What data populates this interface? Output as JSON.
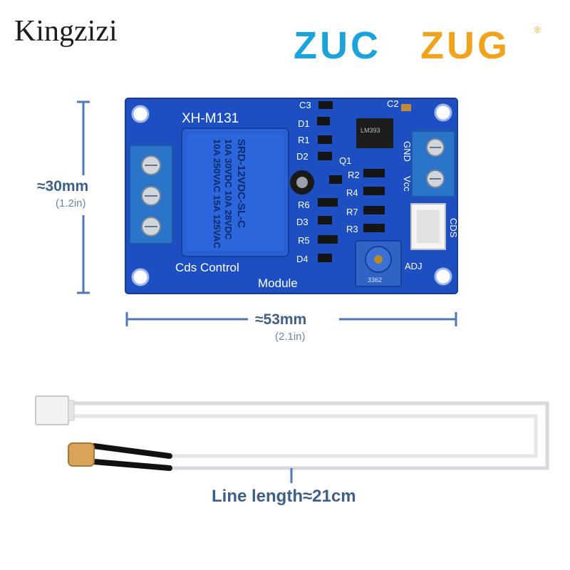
{
  "brand": {
    "left": "Kingzizi",
    "right_part1": "ZUC",
    "right_part2": "ZUG",
    "registered": "®"
  },
  "board": {
    "model": "XH-M131",
    "title_line1": "Cds Control",
    "title_line2": "Module",
    "relay_text": [
      "10A 250VAC 15A 125VAC",
      "10A 30VDC 10A 28VDC",
      "SRD-12VDC-SL-C"
    ],
    "labels": {
      "c3": "C3",
      "d1": "D1",
      "r1": "R1",
      "d2": "D2",
      "q1": "Q1",
      "c2": "C2",
      "r2": "R2",
      "r4": "R4",
      "r6": "R6",
      "r7": "R7",
      "d3": "D3",
      "r3": "R3",
      "r5": "R5",
      "d4": "D4",
      "gnd": "GND",
      "vcc": "Vcc",
      "cds": "CDS",
      "adj": "ADJ"
    },
    "chip_text": "LM393",
    "pot_text": "3362"
  },
  "dimensions": {
    "height_mm": "≈30mm",
    "height_in": "(1.2in)",
    "width_mm": "≈53mm",
    "width_in": "(2.1in)"
  },
  "sensor": {
    "line_label": "Line length≈21cm"
  },
  "colors": {
    "pcb": "#1d4fc2",
    "terminal": "#2a74c9",
    "dimension": "#4e78b5",
    "brand_cyan": "#1ba3dc",
    "brand_orange": "#f2a31c"
  }
}
